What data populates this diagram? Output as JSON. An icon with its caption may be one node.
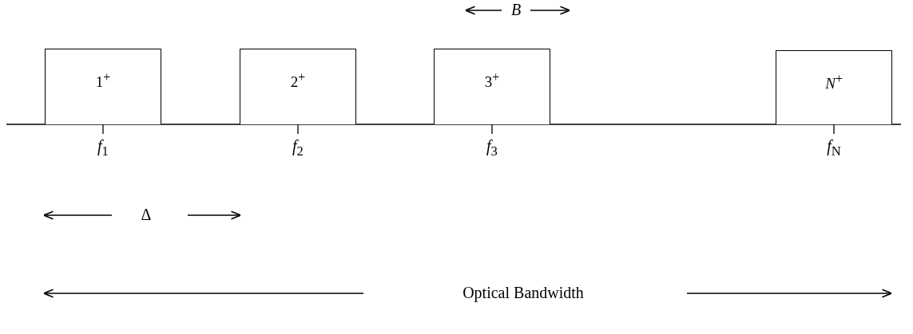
{
  "diagram": {
    "nodes": [
      {
        "text": [
          "1$^{+}$"
        ],
        "beside": [
          "*f*$_{1}$"
        ]
      },
      {
        "text": [
          "2$^{+}$"
        ],
        "beside": [
          "*f*$_{2}$"
        ]
      },
      {
        "text": [
          "3$^{+}$"
        ],
        "beside": [
          "*f*$_{3}$"
        ]
      },
      {
        "text": [
          "*N*$^{+}$"
        ],
        "beside": [
          "*f*$_{N}$"
        ]
      }
    ],
    "labels": [
      "*B*",
      "Δ",
      "Optical Bandwidth"
    ]
  }
}
